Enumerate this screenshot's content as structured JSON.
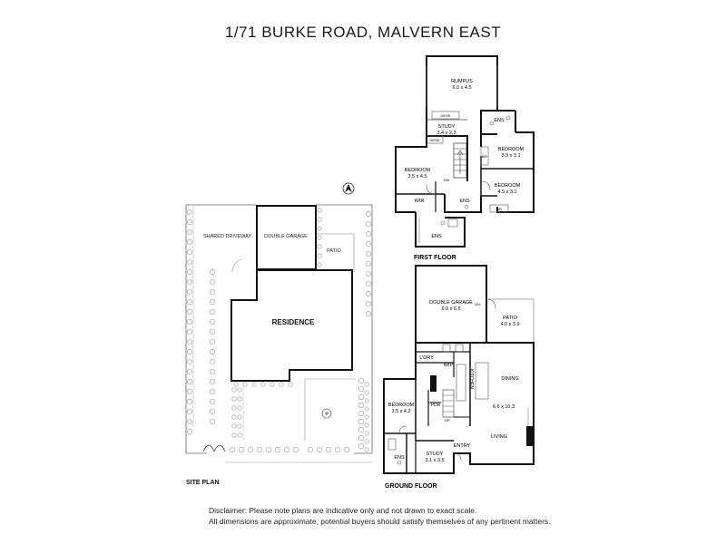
{
  "title": "1/71 BURKE ROAD, MALVERN EAST",
  "site_plan": {
    "label": "SITE PLAN",
    "shared_driveway": "SHARED DRIVEWAY",
    "double_garage": "DOUBLE GARAGE",
    "patio": "PATIO",
    "residence": "RESIDENCE"
  },
  "first_floor": {
    "label": "FIRST FLOOR",
    "rumpus": {
      "name": "RUMPUS",
      "dims": "6.0 x 4.5"
    },
    "desk_top": "DESK",
    "study": {
      "name": "STUDY",
      "dims": "3.4 x 2.3"
    },
    "desk_left": "DESK",
    "ens_top": "ENS",
    "bedroom_left": {
      "name": "BEDROOM",
      "dims": "3.5 x 4.5"
    },
    "bedroom_mid": {
      "name": "BEDROOM",
      "dims": "3.9 x 3.1"
    },
    "bedroom_right": {
      "name": "BEDROOM",
      "dims": "4.5 x 3.1"
    },
    "bir_1": "BIR",
    "bir_2": "BIR",
    "dn": "DN",
    "wir": "WIR",
    "ens_mid": "ENS",
    "ens_bottom": "ENS"
  },
  "ground_floor": {
    "label": "GROUND FLOOR",
    "double_garage": {
      "name": "DOUBLE GARAGE",
      "dims": "6.0 x 6.5"
    },
    "patio": {
      "name": "PATIO",
      "dims": "4.0 x 3.9"
    },
    "dn": "DN",
    "ldry": "L'DRY",
    "wip": "WIP",
    "kitchen": "KITCHEN",
    "dining": "DINING",
    "living_dims": "6.6 x 10.3",
    "living": "LIVING",
    "bedroom": {
      "name": "BEDROOM",
      "dims": "3.5 x 4.2"
    },
    "pdr": "PDR",
    "up": "UP",
    "entry": "ENTRY",
    "study": {
      "name": "STUDY",
      "dims": "3.1 x 3.5"
    },
    "ens": "ENS"
  },
  "disclaimer": [
    "Disclaimer: Please note plans are indicative only and not drawn to exact scale.",
    "All dimensions are approximate, potential buyers should satisfy themselves of any pertinent matters."
  ],
  "colors": {
    "wall": "#111111",
    "thin": "#666666",
    "tree": "#bdbdbd",
    "text": "#222222"
  }
}
